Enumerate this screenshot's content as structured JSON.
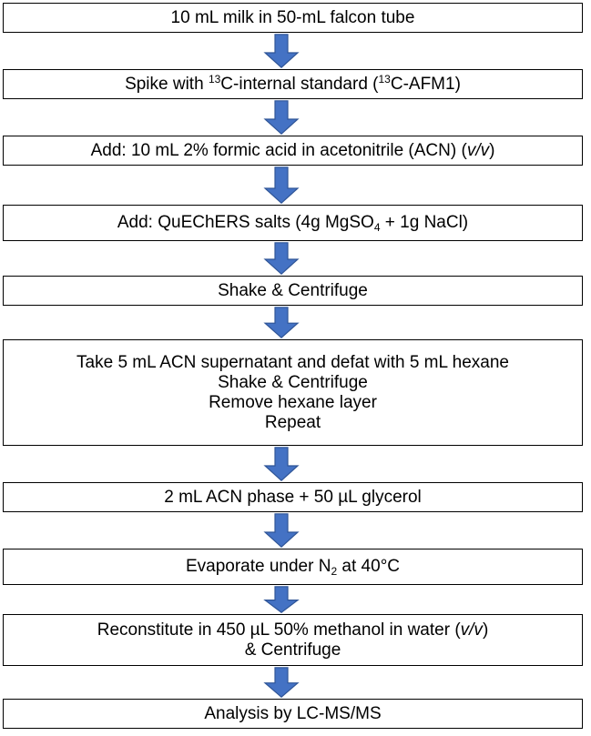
{
  "steps": [
    {
      "id": "milk",
      "lines": [
        [
          "10 mL milk in 50-mL falcon tube"
        ]
      ]
    },
    {
      "id": "spike",
      "lines": [
        [
          "Spike with ",
          {
            "sup": "13"
          },
          "C-internal standard (",
          {
            "sup": "13"
          },
          "C-AFM1)"
        ]
      ]
    },
    {
      "id": "add-acid",
      "lines": [
        [
          "Add: 10 mL 2% formic acid in acetonitrile (ACN) (",
          {
            "i": "v/v"
          },
          ")"
        ]
      ]
    },
    {
      "id": "add-salts",
      "lines": [
        [
          "Add: QuEChERS salts (4g MgSO",
          {
            "sub": "4"
          },
          " + 1g NaCl)"
        ]
      ]
    },
    {
      "id": "shake",
      "lines": [
        [
          "Shake & Centrifuge"
        ]
      ]
    },
    {
      "id": "defat",
      "lines": [
        [
          "Take 5 mL ACN supernatant and defat with 5 mL hexane"
        ],
        [
          "Shake & Centrifuge"
        ],
        [
          "Remove hexane layer"
        ],
        [
          "Repeat"
        ]
      ]
    },
    {
      "id": "glycerol",
      "lines": [
        [
          "2 mL ACN phase + 50 µL glycerol"
        ]
      ]
    },
    {
      "id": "evaporate",
      "lines": [
        [
          "Evaporate under N",
          {
            "sub": "2"
          },
          " at 40°C"
        ]
      ]
    },
    {
      "id": "reconstitute",
      "lines": [
        [
          "Reconstitute in 450 µL 50% methanol in water (",
          {
            "i": "v/v"
          },
          ")"
        ],
        [
          "& Centrifuge"
        ]
      ]
    },
    {
      "id": "analysis",
      "lines": [
        [
          "Analysis by LC-MS/MS"
        ]
      ]
    }
  ],
  "colors": {
    "arrow_fill": "#4472c4",
    "arrow_stroke": "#2f5597",
    "box_border": "#000000"
  }
}
